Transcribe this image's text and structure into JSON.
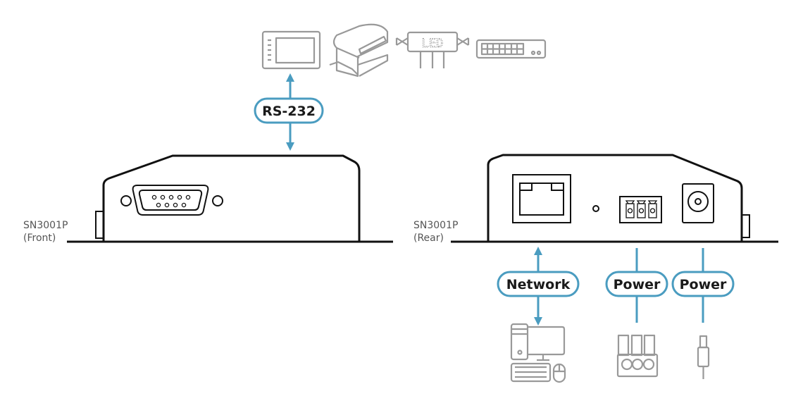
{
  "labels": {
    "rs232": "RS-232",
    "network": "Network",
    "power1": "Power",
    "power2": "Power"
  },
  "devices": {
    "front": {
      "model": "SN3001P",
      "side": "(Front)"
    },
    "rear": {
      "model": "SN3001P",
      "side": "(Rear)"
    }
  },
  "top_devices": {
    "led_sign_text": "LED"
  },
  "icons": [
    "touch-panel-icon",
    "printer-icon",
    "led-sign-icon",
    "network-switch-icon",
    "computer-icon",
    "terminal-block-plug-icon",
    "dc-plug-icon"
  ],
  "colors": {
    "accent": "#4a9cc0",
    "device_outline": "#111111",
    "peripheral": "#999999"
  }
}
